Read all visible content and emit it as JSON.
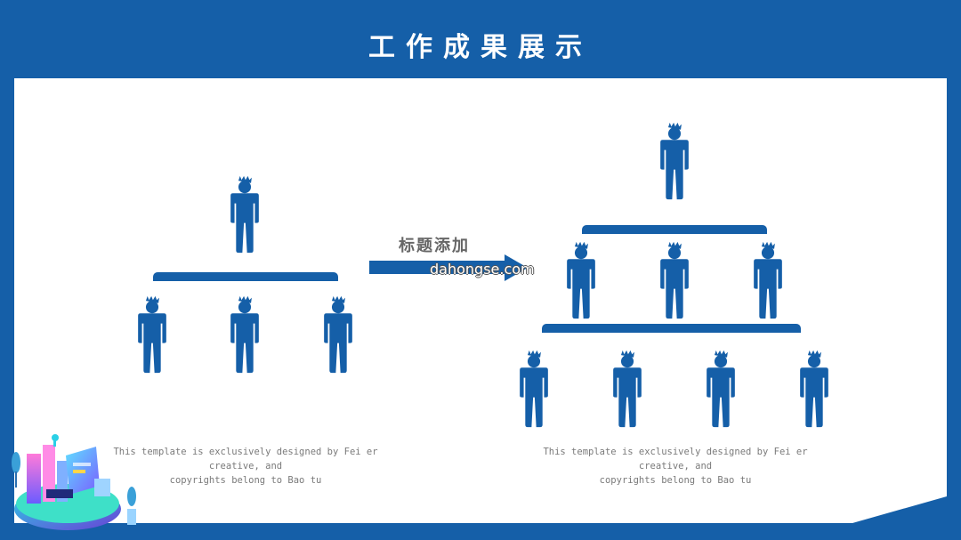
{
  "slide": {
    "title": "工作成果展示",
    "arrow_label": "标题添加",
    "watermark": "dahongse.com",
    "left_caption_line1": "This template is exclusively designed by Fei er creative, and",
    "left_caption_line2": "copyrights belong to Bao tu",
    "right_caption_line1": "This template is exclusively designed by Fei er creative, and",
    "right_caption_line2": "copyrights belong to Bao tu"
  },
  "colors": {
    "primary": "#155fa8",
    "background": "#ffffff",
    "caption": "#7a7a7a"
  },
  "icons": [
    "person-icon",
    "right-arrow-icon",
    "isometric-city-illustration"
  ]
}
